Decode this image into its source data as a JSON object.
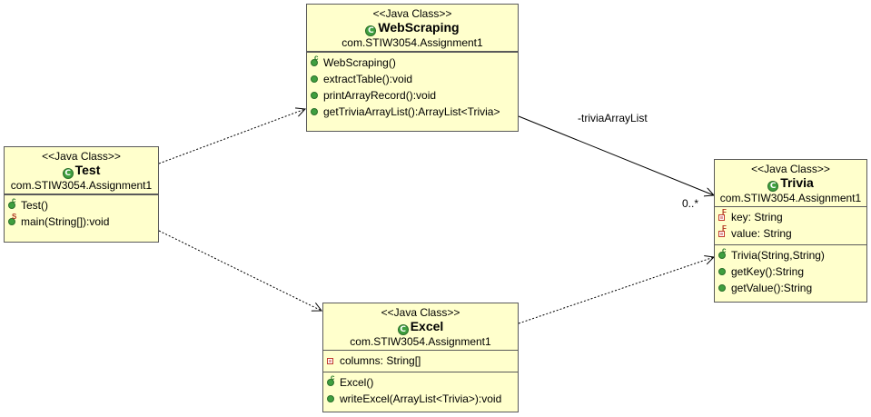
{
  "classes": {
    "webscraping": {
      "stereotype": "<<Java Class>>",
      "name": "WebScraping",
      "package": "com.STIW3054.Assignment1",
      "operations": [
        "WebScraping()",
        "extractTable():void",
        "printArrayRecord():void",
        "getTriviaArrayList():ArrayList<Trivia>"
      ]
    },
    "test": {
      "stereotype": "<<Java Class>>",
      "name": "Test",
      "package": "com.STIW3054.Assignment1",
      "operations": [
        "Test()",
        "main(String[]):void"
      ]
    },
    "trivia": {
      "stereotype": "<<Java Class>>",
      "name": "Trivia",
      "package": "com.STIW3054.Assignment1",
      "attributes": [
        "key: String",
        "value: String"
      ],
      "operations": [
        "Trivia(String,String)",
        "getKey():String",
        "getValue():String"
      ]
    },
    "excel": {
      "stereotype": "<<Java Class>>",
      "name": "Excel",
      "package": "com.STIW3054.Assignment1",
      "attributes": [
        "columns: String[]"
      ],
      "operations": [
        "Excel()",
        "writeExcel(ArrayList<Trivia>):void"
      ]
    }
  },
  "relations": {
    "association_role": "-triviaArrayList",
    "association_multiplicity": "0..*"
  },
  "icons": {
    "class_icon": "class-c-icon",
    "constructor_icon": "constructor-icon",
    "public_method_icon": "public-method-icon",
    "static_method_icon": "static-method-icon",
    "final_field_icon": "final-field-icon",
    "private_field_icon": "private-field-icon"
  },
  "colors": {
    "class_fill": "#ffffcc",
    "border": "#5a5a5a",
    "public_green": "#3f9f3f",
    "private_red": "#c0392b"
  }
}
